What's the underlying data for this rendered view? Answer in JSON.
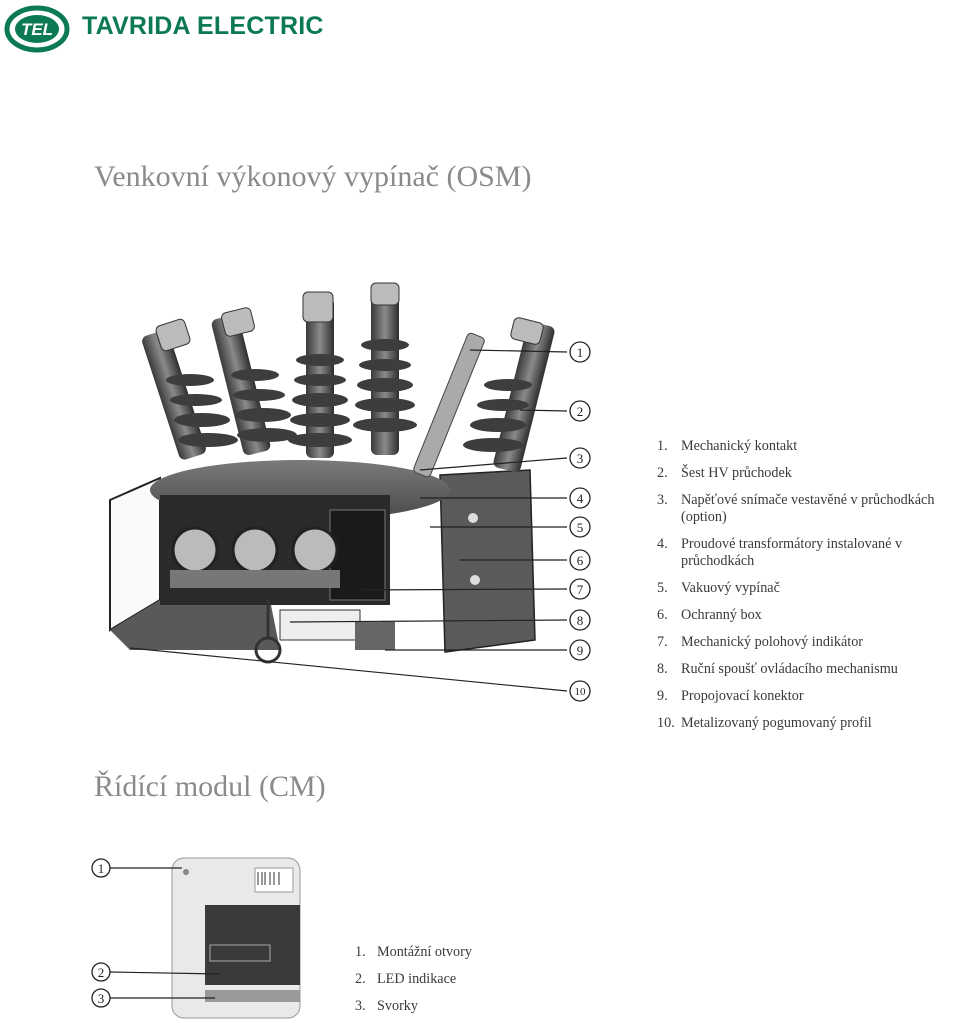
{
  "brand": {
    "name": "TAVRIDA ELECTRIC",
    "logo_mark": "TEL",
    "color": "#0b7a52"
  },
  "osm": {
    "title": "Venkovní výkonový vypínač (OSM)",
    "callouts": [
      "1",
      "2",
      "3",
      "4",
      "5",
      "6",
      "7",
      "8",
      "9",
      "10"
    ],
    "legend": [
      {
        "num": "1.",
        "text": "Mechanický kontakt"
      },
      {
        "num": "2.",
        "text": "Šest HV průchodek"
      },
      {
        "num": "3.",
        "text": "Napěťové snímače vestavěné v průchodkách (option)"
      },
      {
        "num": "4.",
        "text": "Proudové transformátory instalované v průchodkách"
      },
      {
        "num": "5.",
        "text": "Vakuový vypínač"
      },
      {
        "num": "6.",
        "text": "Ochranný box"
      },
      {
        "num": "7.",
        "text": "Mechanický polohový indikátor"
      },
      {
        "num": "8.",
        "text": "Ruční spoušť ovládacího mechanismu"
      },
      {
        "num": "9.",
        "text": "Propojovací konektor"
      },
      {
        "num": "10.",
        "text": "Metalizovaný pogumovaný profil"
      }
    ]
  },
  "cm": {
    "title": "Řídící modul (CM)",
    "callouts": [
      "1",
      "2",
      "3"
    ],
    "legend": [
      {
        "num": "1.",
        "text": "Montážní otvory"
      },
      {
        "num": "2.",
        "text": "LED indikace"
      },
      {
        "num": "3.",
        "text": "Svorky"
      }
    ]
  }
}
